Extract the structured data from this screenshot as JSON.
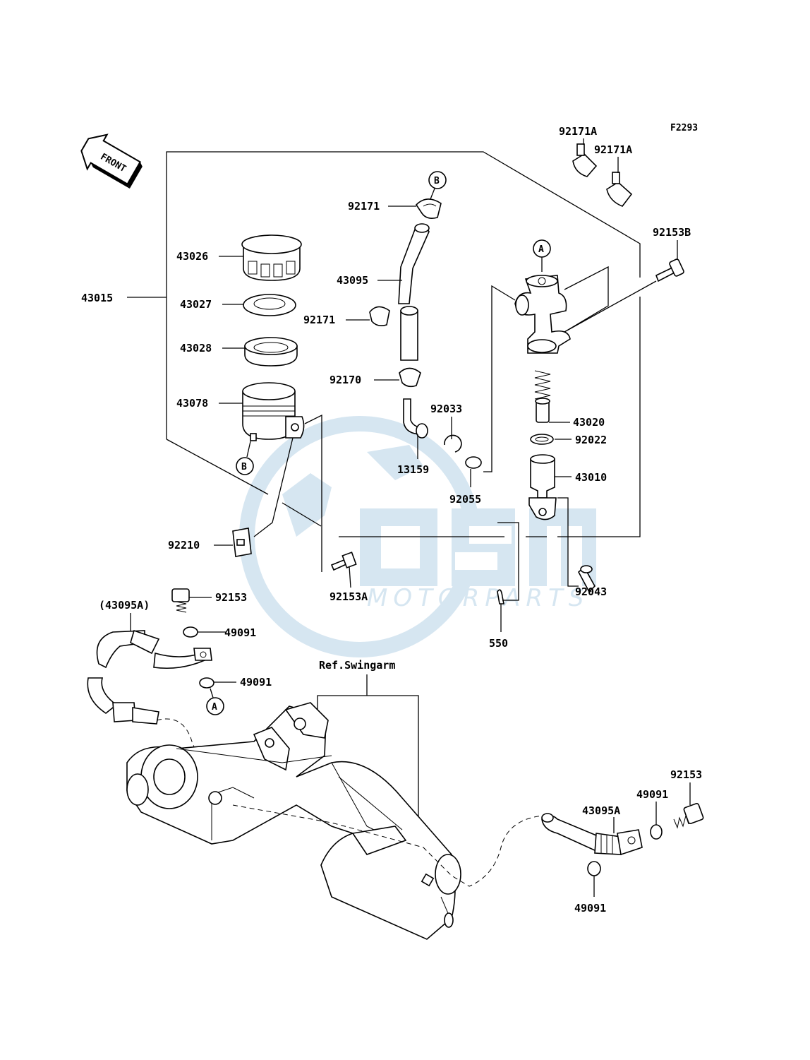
{
  "diagram": {
    "code": "F2293",
    "front_label": "FRONT",
    "ref_label": "Ref.Swingarm",
    "callout_a": "A",
    "callout_b": "B",
    "watermark": "MOTORPARTS"
  },
  "parts": {
    "p43015": "43015",
    "p43026": "43026",
    "p43027": "43027",
    "p43028": "43028",
    "p43078": "43078",
    "p92210": "92210",
    "p92153A": "92153A",
    "p92171_top": "92171",
    "p43095": "43095",
    "p92171_mid": "92171",
    "p92170": "92170",
    "p92033": "92033",
    "p13159": "13159",
    "p92055": "92055",
    "p92171A_1": "92171A",
    "p92171A_2": "92171A",
    "p92153B": "92153B",
    "p43020": "43020",
    "p92022": "92022",
    "p43010": "43010",
    "p92043": "92043",
    "p550": "550",
    "p92153_left": "92153",
    "p43095A_paren": "(43095A)",
    "p49091_left_1": "49091",
    "p49091_left_2": "49091",
    "p92153_right": "92153",
    "p49091_right_1": "49091",
    "p43095A": "43095A",
    "p49091_right_2": "49091"
  }
}
